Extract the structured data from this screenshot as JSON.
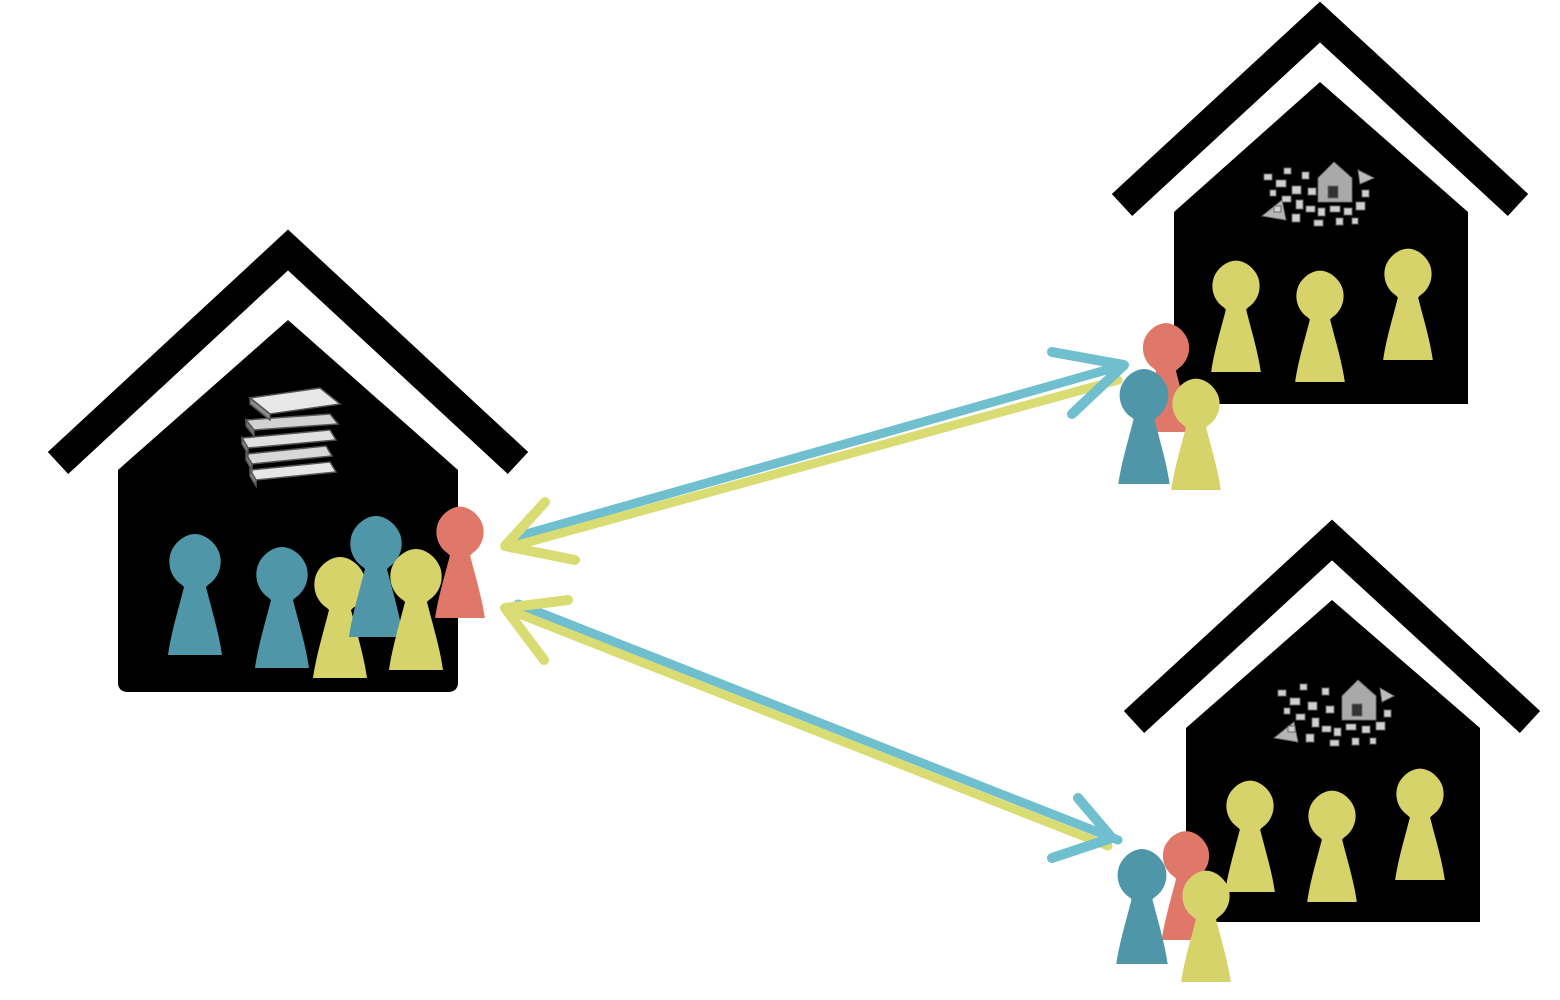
{
  "colors": {
    "background": "#ffffff",
    "house": "#000000",
    "pawn_teal": "#4f97a8",
    "pawn_yellow": "#d6d36a",
    "pawn_red": "#e0786a",
    "arrow_teal": "#6fbfcf",
    "arrow_yellow": "#d9dc72",
    "icon_gray": "#bdbdbd"
  },
  "houses": [
    {
      "name": "library-house",
      "icon": "books-icon"
    },
    {
      "name": "building-blocks-house-top",
      "icon": "building-blocks-icon"
    },
    {
      "name": "building-blocks-house-bottom",
      "icon": "building-blocks-icon"
    }
  ],
  "connections": [
    {
      "from": "library-house",
      "to": "building-blocks-house-top",
      "colors": [
        "arrow_teal",
        "arrow_yellow"
      ],
      "direction": "bidirectional"
    },
    {
      "from": "library-house",
      "to": "building-blocks-house-bottom",
      "colors": [
        "arrow_teal",
        "arrow_yellow"
      ],
      "direction": "bidirectional"
    }
  ],
  "pawn_groups": [
    {
      "location": "library-house",
      "pawns": [
        "teal",
        "teal",
        "yellow",
        "teal",
        "yellow",
        "red"
      ]
    },
    {
      "location": "building-blocks-house-top",
      "pawns": [
        "yellow",
        "yellow",
        "yellow"
      ]
    },
    {
      "location": "building-blocks-house-top-visitors",
      "pawns": [
        "red",
        "teal",
        "yellow"
      ]
    },
    {
      "location": "building-blocks-house-bottom",
      "pawns": [
        "yellow",
        "yellow",
        "yellow"
      ]
    },
    {
      "location": "building-blocks-house-bottom-visitors",
      "pawns": [
        "red",
        "teal",
        "yellow"
      ]
    }
  ]
}
